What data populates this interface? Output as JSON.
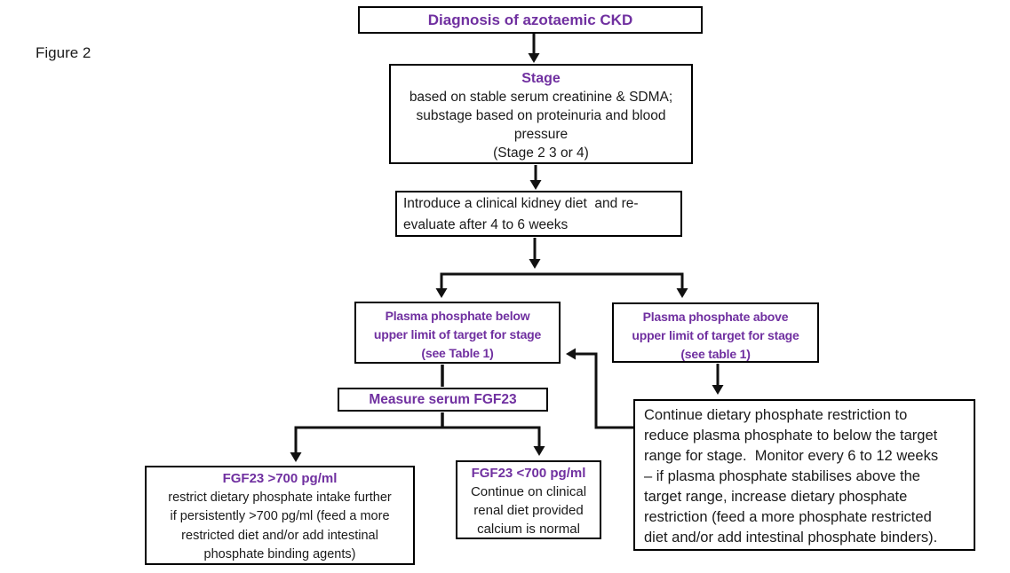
{
  "figure_label": "Figure 2",
  "colors": {
    "accent_purple": "#7030A0",
    "text_black": "#1A1A1A",
    "border_black": "#000000",
    "background": "#FFFFFF"
  },
  "nodes": {
    "diagnosis": {
      "title": "Diagnosis of azotaemic CKD"
    },
    "stage": {
      "title": "Stage",
      "body": "based on stable serum creatinine & SDMA;\nsubstage based on proteinuria and blood\npressure\n(Stage 2 3 or 4)"
    },
    "kidney_diet": {
      "body": "Introduce a clinical kidney diet  and re-\nevaluate after 4 to 6 weeks"
    },
    "phosphate_below": {
      "title": "Plasma phosphate below\nupper limit of target for stage\n(see Table 1)"
    },
    "phosphate_above": {
      "title": "Plasma phosphate above\nupper limit of target for stage\n(see table 1)"
    },
    "measure_fgf23": {
      "title": "Measure serum FGF23"
    },
    "fgf23_high": {
      "title": "FGF23 >700 pg/ml",
      "body": "restrict dietary phosphate intake further\nif persistently >700 pg/ml (feed a more\nrestricted diet and/or add intestinal\nphosphate binding agents)"
    },
    "fgf23_low": {
      "title": "FGF23 <700 pg/ml",
      "body": "Continue on clinical\nrenal diet provided\ncalcium is normal"
    },
    "continue_restriction": {
      "body": "Continue dietary phosphate restriction to\nreduce plasma phosphate to below the target\nrange for stage.  Monitor every 6 to 12 weeks\n– if plasma phosphate stabilises above the\ntarget range, increase dietary phosphate\nrestriction (feed a more phosphate restricted\ndiet and/or add intestinal phosphate binders)."
    }
  }
}
